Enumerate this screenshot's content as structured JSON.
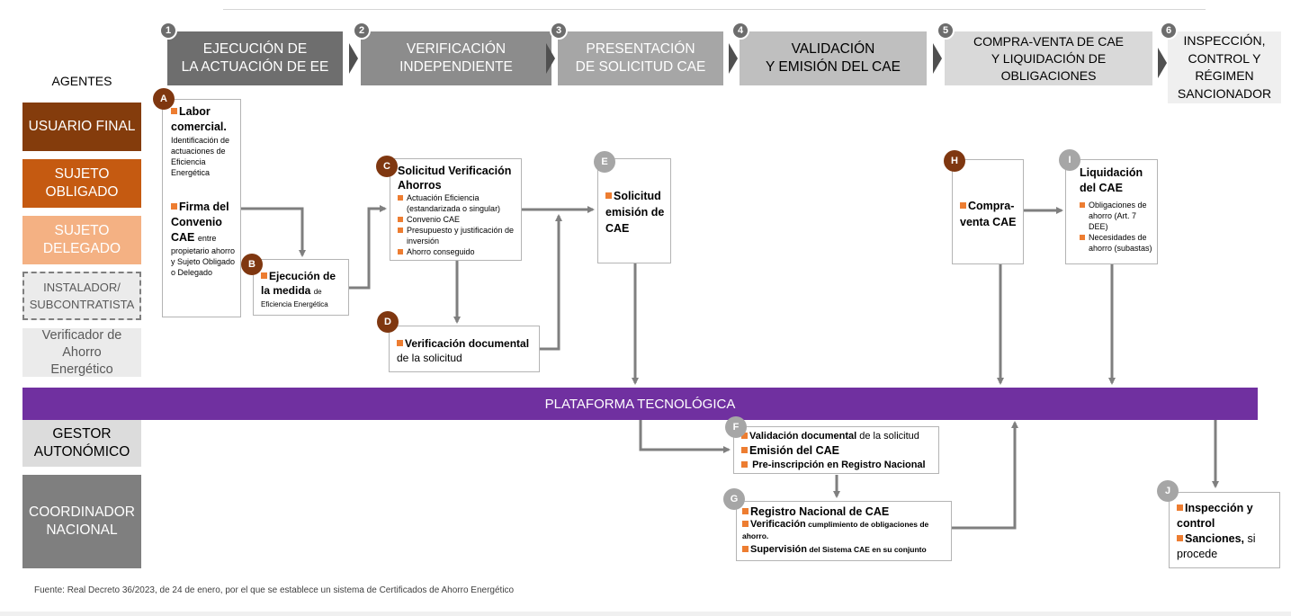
{
  "steps": [
    {
      "num": "1",
      "label": "EJECUCIÓN DE\nLA ACTUACIÓN DE EE"
    },
    {
      "num": "2",
      "label": "VERIFICACIÓN\nINDEPENDIENTE"
    },
    {
      "num": "3",
      "label": "PRESENTACIÓN\nDE SOLICITUD CAE"
    },
    {
      "num": "4",
      "label": "VALIDACIÓN\nY EMISIÓN DEL CAE"
    },
    {
      "num": "5",
      "label": "COMPRA-VENTA DE CAE\nY LIQUIDACIÓN DE\nOBLIGACIONES"
    },
    {
      "num": "6",
      "label": "INSPECCIÓN,\nCONTROL Y\nRÉGIMEN\nSANCIONADOR"
    }
  ],
  "agents": {
    "title": "AGENTES",
    "items": [
      {
        "label": "USUARIO FINAL",
        "color": "#843c0c"
      },
      {
        "label": "SUJETO\nOBLIGADO",
        "color": "#c55a11"
      },
      {
        "label": "SUJETO\nDELEGADO",
        "color": "#f4b183"
      },
      {
        "label": "INSTALADOR/\nSUBCONTRATISTA",
        "color": "#ebebeb"
      },
      {
        "label": "Verificador de\nAhorro\nEnergético",
        "color": "#ebebeb"
      },
      {
        "label": "GESTOR\nAUTONÓMICO",
        "color": "#dcdcdc"
      },
      {
        "label": "COORDINADOR\nNACIONAL",
        "color": "#7f7f7f"
      }
    ]
  },
  "platform": {
    "label": "PLATAFORMA TECNOLÓGICA",
    "color": "#7030a0"
  },
  "boxes": {
    "A": {
      "badge": "A",
      "item1_title": "Labor comercial.",
      "item1_text": "Identificación de actuaciones de Eficiencia Energética",
      "item2_title": "Firma del Convenio CAE",
      "item2_text_inline": "entre",
      "item2_text": "propietario ahorro y Sujeto Obligado o Delegado"
    },
    "B": {
      "badge": "B",
      "title": "Ejecución de la medida",
      "text_inline": "de",
      "text": "Eficiencia Energética"
    },
    "C": {
      "badge": "C",
      "title": "Solicitud Verificación Ahorros",
      "items": [
        "Actuación Eficiencia (estandarizada o singular)",
        "Convenio CAE",
        "Presupuesto y justificación de inversión",
        "Ahorro conseguido"
      ]
    },
    "D": {
      "badge": "D",
      "title": "Verificación documental",
      "text": "de la solicitud"
    },
    "E": {
      "badge": "E",
      "title": "Solicitud emisión de CAE"
    },
    "F": {
      "badge": "F",
      "item1_title": "Validación documental",
      "item1_text": "de la solicitud",
      "item2_title": "Emisión del CAE",
      "item3_title": "Pre-inscripción en Registro Nacional"
    },
    "G": {
      "badge": "G",
      "item1_title": "Registro Nacional de CAE",
      "item2_title": "Verificación",
      "item2_text": "cumplimiento de obligaciones de ahorro.",
      "item3_title": "Supervisión",
      "item3_text": "del Sistema CAE en su conjunto"
    },
    "H": {
      "badge": "H",
      "title": "Compra-venta CAE"
    },
    "I": {
      "badge": "I",
      "title": "Liquidación del CAE",
      "items": [
        "Obligaciones de ahorro (Art. 7 DEE)",
        "Necesidades de ahorro (subastas)"
      ]
    },
    "J": {
      "badge": "J",
      "item1_title": "Inspección y control",
      "item2_title": "Sanciones,",
      "item2_text": "si procede"
    }
  },
  "footer": {
    "source": "Fuente: Real Decreto 36/2023, de 24 de enero, por el que se establece un sistema de Certificados de Ahorro Energético"
  }
}
